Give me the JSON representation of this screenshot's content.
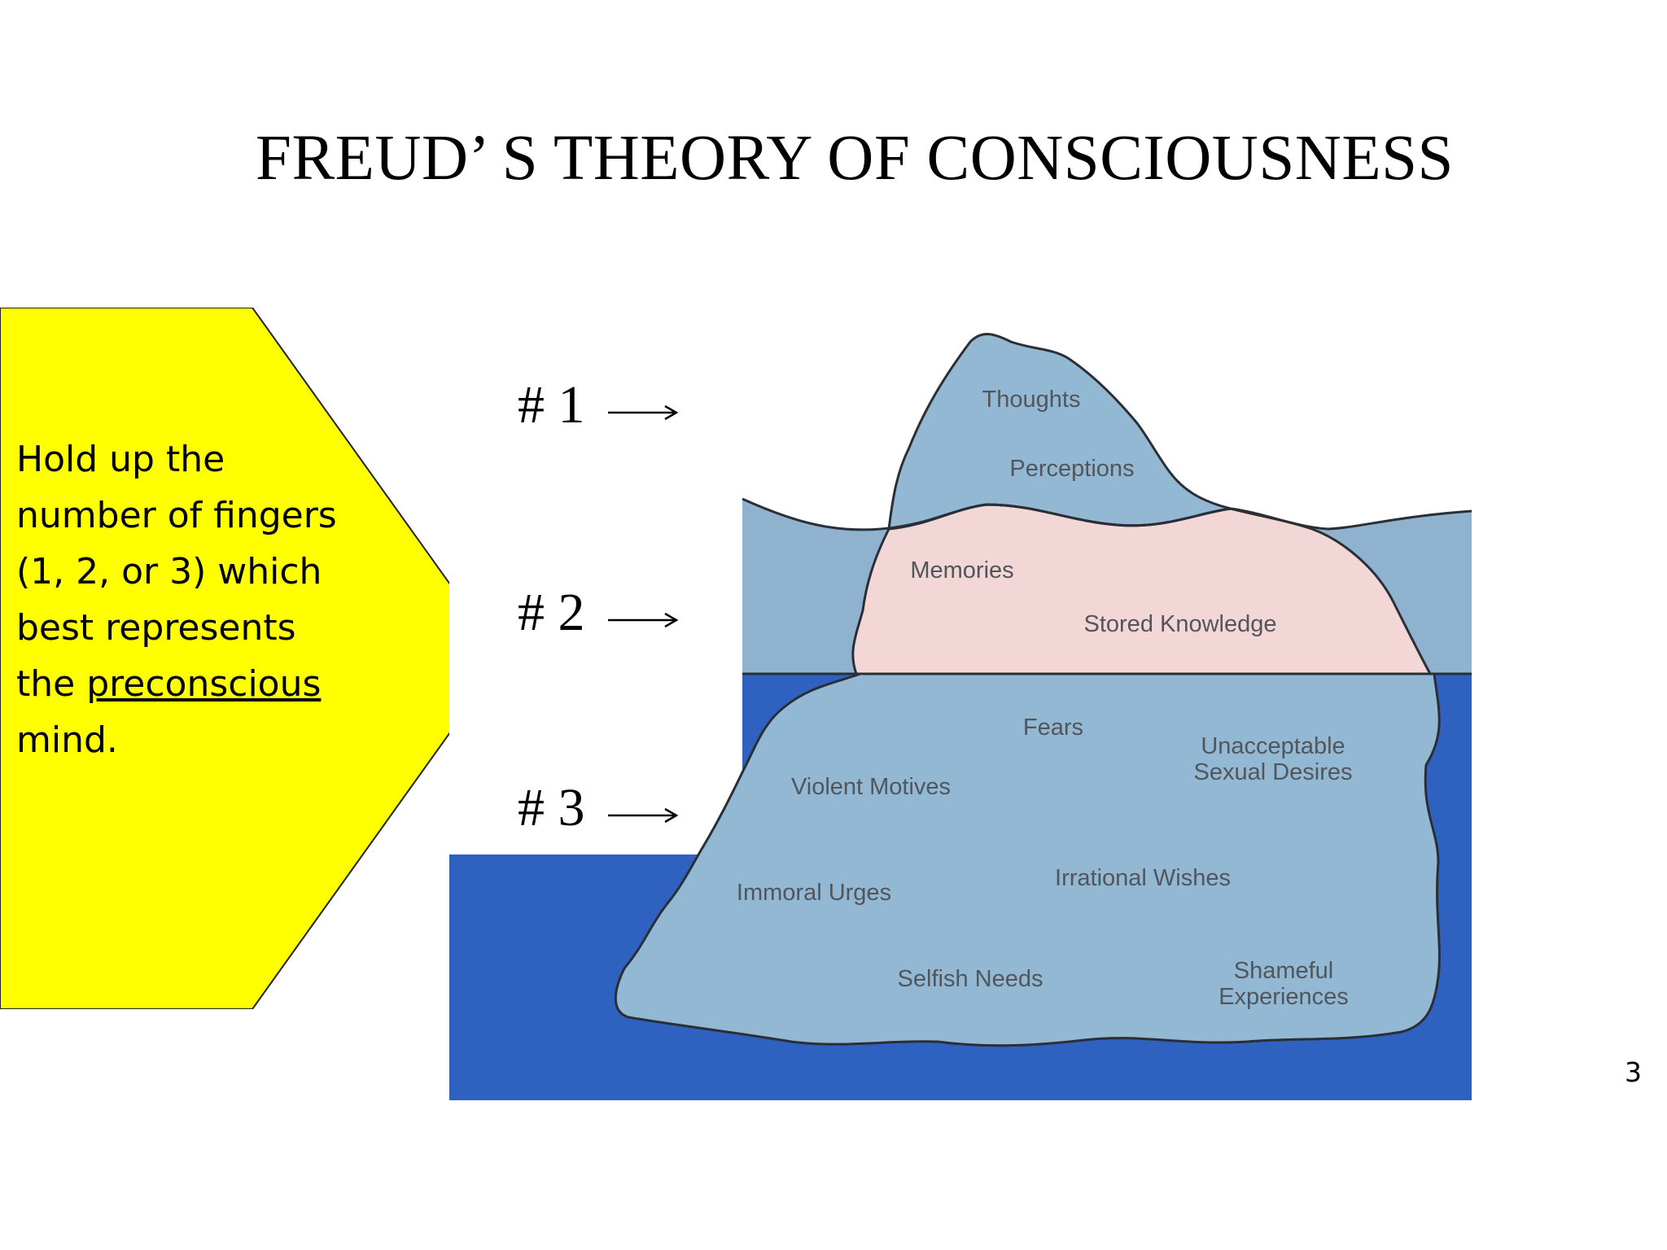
{
  "slide": {
    "title": "FREUD’ S THEORY OF CONSCIOUSNESS",
    "page_number": "3"
  },
  "callout": {
    "line1": "Hold up the",
    "line2": "number of fingers",
    "line3": "(1, 2, or 3) which",
    "line4": "best represents",
    "line5_prefix": "the ",
    "line5_underlined": "preconscious",
    "line6": "mind.",
    "fill_color": "#ffff00"
  },
  "markers": [
    {
      "label": "# 1"
    },
    {
      "label": "# 2"
    },
    {
      "label": "# 3"
    }
  ],
  "iceberg": {
    "tip_labels": [
      "Thoughts",
      "Perceptions"
    ],
    "middle_labels": [
      "Memories",
      "Stored Knowledge"
    ],
    "deep_labels": [
      "Fears",
      "Unacceptable",
      "Sexual Desires",
      "Violent Motives",
      "Irrational Wishes",
      "Immoral Urges",
      "Selfish Needs",
      "Shameful",
      "Experiences"
    ],
    "colors": {
      "water_surface": "#8fb3cf",
      "water_deep": "#2f62c0",
      "ice": "#93b8d4",
      "preconscious": "#f3d6d6",
      "outline": "#2a2f36"
    }
  }
}
